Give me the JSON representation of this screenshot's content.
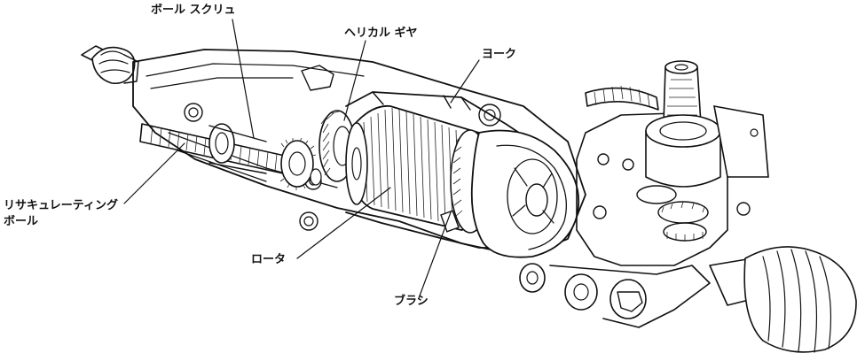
{
  "labels": {
    "ball_screw": "ボール スクリュ",
    "helical_gear": "ヘリカル ギヤ",
    "yoke": "ヨーク",
    "recirculating_ball_line1": "リサキュレーティング",
    "recirculating_ball_line2": "ボール",
    "rotor": "ロータ",
    "brush": "ブラシ"
  },
  "colors": {
    "line": "#111111",
    "background": "#ffffff"
  }
}
